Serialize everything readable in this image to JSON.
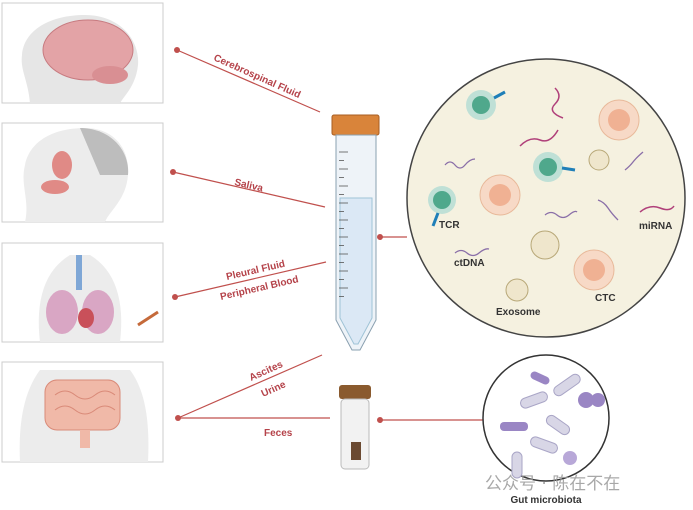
{
  "sources": {
    "cerebrospinal_fluid": "Cerebrospinal Fluid",
    "saliva": "Saliva",
    "pleural_fluid": "Pleural Fluid",
    "peripheral_blood": "Peripheral Blood",
    "ascites": "Ascites",
    "urine": "Urine",
    "feces": "Feces"
  },
  "biomarkers": {
    "tcr": "TCR",
    "mirna": "miRNA",
    "ctdna": "ctDNA",
    "exosome": "Exosome",
    "ctc": "CTC"
  },
  "gut": {
    "label": "Gut microbiota"
  },
  "watermark": "公众号 · 陈在不在",
  "colors": {
    "line": "#c0504d",
    "cap": "#d9843a",
    "circle_fill": "#f5f1e0"
  }
}
